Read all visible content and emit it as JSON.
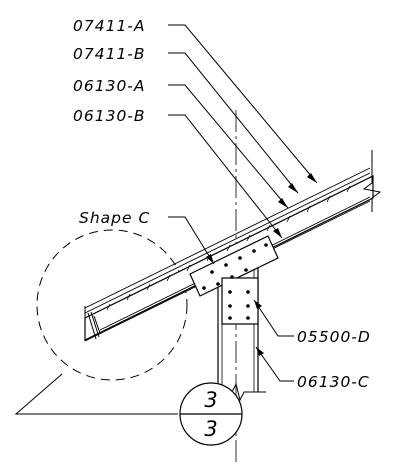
{
  "callouts": {
    "c1": "07411-A",
    "c2": "07411-B",
    "c3": "06130-A",
    "c4": "06130-B",
    "c5": "Shape C",
    "c6": "05500-D",
    "c7": "06130-C"
  },
  "detail_marker": {
    "detail_number": "3",
    "sheet_number": "3"
  }
}
